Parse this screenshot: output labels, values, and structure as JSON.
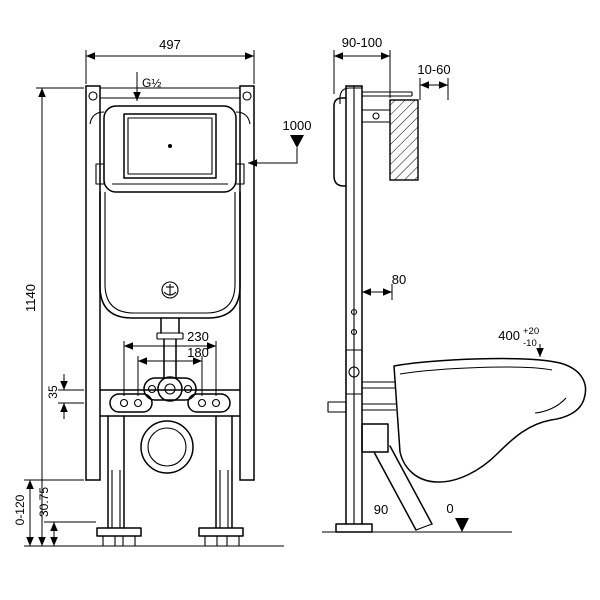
{
  "colors": {
    "line": "#000000",
    "background": "#ffffff"
  },
  "front_view": {
    "width": "497",
    "overall_height": "1140",
    "water_inlet": "G½",
    "install_height": "1000",
    "fixing_distance_outer": "230",
    "fixing_distance_inner": "180",
    "plate_offset": "35",
    "foot_adjustment": "0-120",
    "base_height": "30.75"
  },
  "side_view": {
    "frame_depth": "90-100",
    "wall_bracket_range": "10-60",
    "pipe_offset": "80",
    "bowl_height": "400",
    "bowl_height_tolerance_plus": "+20",
    "bowl_height_tolerance_minus": "-10",
    "outlet_diameter": "90",
    "floor_datum": "0"
  }
}
